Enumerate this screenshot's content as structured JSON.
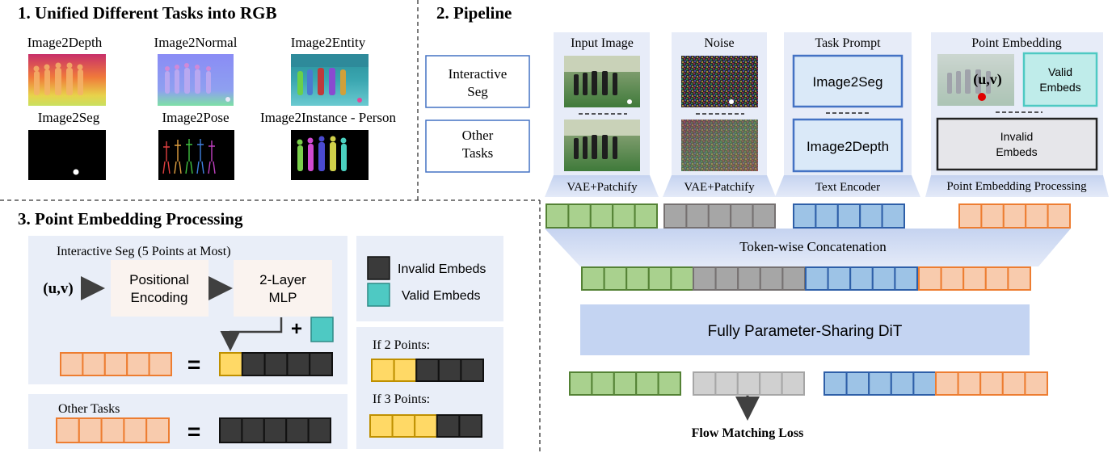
{
  "section1": {
    "title": "1. Unified Different Tasks into RGB",
    "tasks": [
      "Image2Depth",
      "Image2Normal",
      "Image2Entity",
      "Image2Seg",
      "Image2Pose",
      "Image2Instance - Person"
    ]
  },
  "section2": {
    "title": "2. Pipeline",
    "task_boxes": [
      "Interactive\nSeg",
      "Other\nTasks"
    ],
    "columns": {
      "input_image": {
        "title": "Input Image",
        "encoder": "VAE+Patchify"
      },
      "noise": {
        "title": "Noise",
        "encoder": "VAE+Patchify"
      },
      "task_prompt": {
        "title": "Task Prompt",
        "encoder": "Text Encoder",
        "prompts": [
          "Image2Seg",
          "Image2Depth"
        ]
      },
      "point_embedding": {
        "title": "Point Embedding",
        "encoder": "Point Embedding Processing",
        "point_label": "(u,v)",
        "valid": "Valid\nEmbeds",
        "invalid": "Invalid\nEmbeds"
      }
    },
    "concat_label": "Token-wise Concatenation",
    "dit_label": "Fully Parameter-Sharing DiT",
    "loss_label": "Flow Matching Loss"
  },
  "section3": {
    "title": "3. Point Embedding Processing",
    "interactive_title": "Interactive Seg (5 Points at Most)",
    "input_label": "(u,v)",
    "pos_enc": "Positional\nEncoding",
    "mlp": "2-Layer\nMLP",
    "plus": "+",
    "equals": "=",
    "other_title": "Other Tasks",
    "legend": {
      "invalid": "Invalid Embeds",
      "valid": "Valid Embeds"
    },
    "examples": [
      "If 2 Points:",
      "If 3 Points:"
    ]
  },
  "colors": {
    "green_fill": "#a9d18e",
    "green_stroke": "#548235",
    "gray_fill": "#a6a6a6",
    "gray_stroke": "#767171",
    "lightgray_fill": "#d0d0d0",
    "lightgray_stroke": "#a6a6a6",
    "blue_fill": "#9dc3e6",
    "blue_stroke": "#2e5fa8",
    "orange_fill": "#f8cbad",
    "orange_stroke": "#ed7d31",
    "yellow_fill": "#ffd966",
    "yellow_stroke": "#bf9000",
    "dark_fill": "#3a3a3a",
    "teal_fill": "#4ec9c3",
    "panel_bg": "#eef1fa",
    "dit_bg": "#c4d4f2"
  }
}
